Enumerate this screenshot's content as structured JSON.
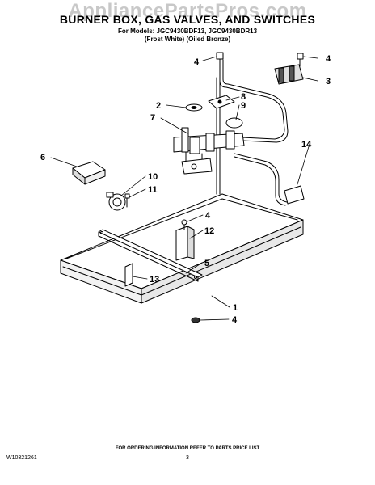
{
  "watermark": "AppliancePartsPros.com",
  "title": "BURNER BOX, GAS VALVES, AND SWITCHES",
  "models": "For Models: JGC9430BDF13, JGC9430BDR13",
  "finishes": "(Frost White)    (Oiled Bronze)",
  "callouts": [
    "1",
    "2",
    "3",
    "4",
    "5",
    "6",
    "7",
    "8",
    "9",
    "10",
    "11",
    "12",
    "13",
    "14"
  ],
  "footer_note": "FOR ORDERING INFORMATION REFER TO PARTS PRICE LIST",
  "doc_id": "W10321261",
  "page_number": "3"
}
